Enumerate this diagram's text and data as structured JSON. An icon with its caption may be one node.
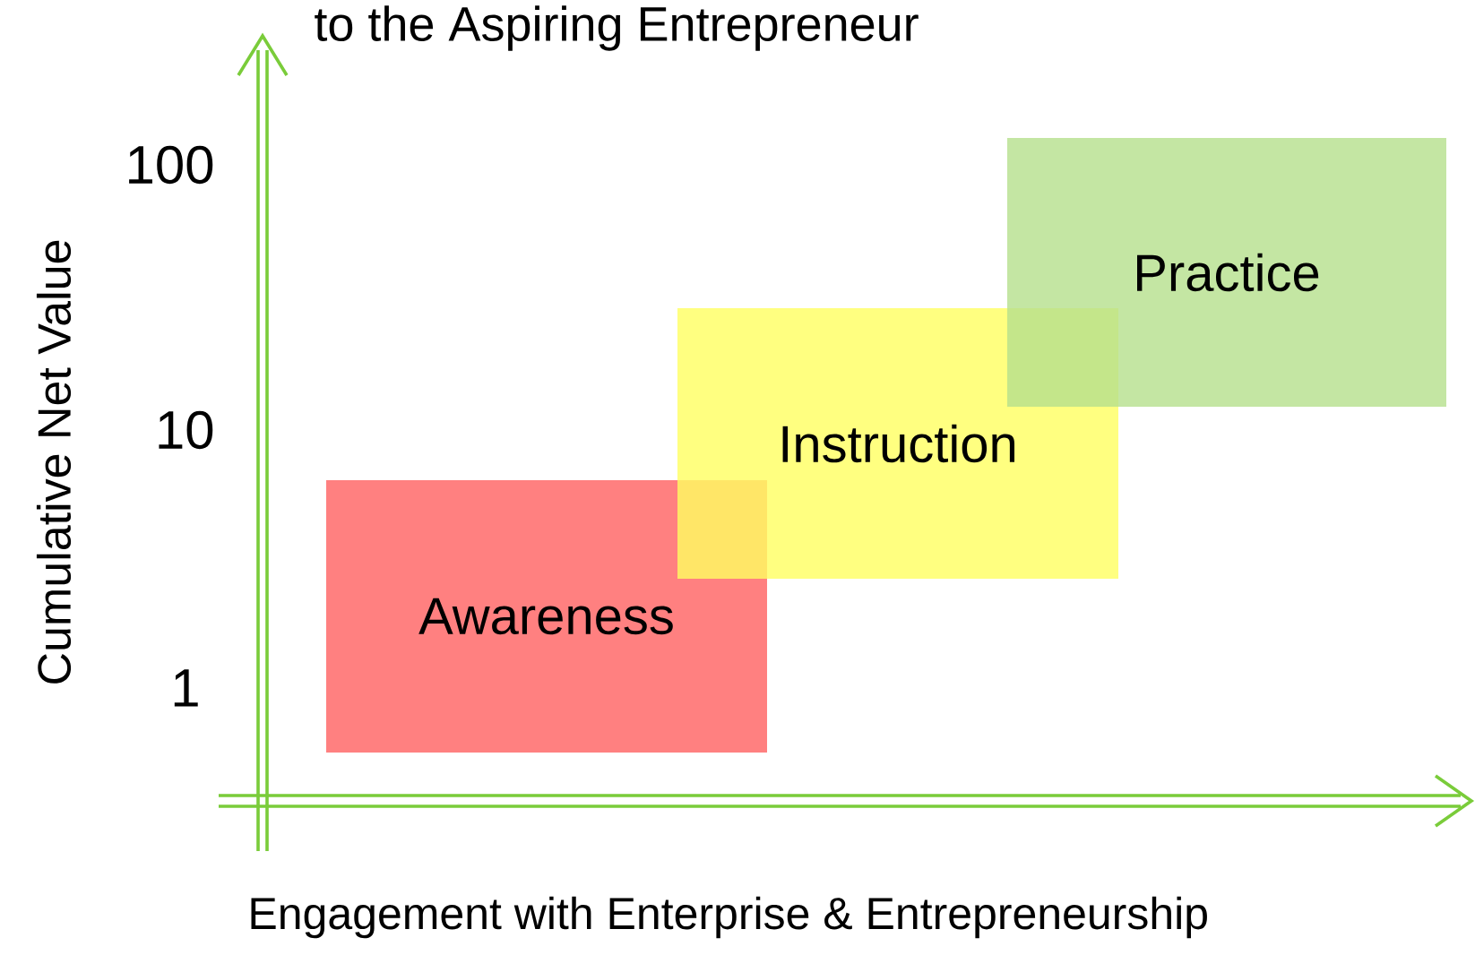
{
  "diagram": {
    "title": "to the Aspiring Entrepreneur",
    "nodes": [
      {
        "text": [
          "Awareness"
        ]
      },
      {
        "text": [
          "Instruction"
        ]
      },
      {
        "text": [
          "Practice"
        ]
      }
    ],
    "labels": [
      "100",
      "10",
      "1",
      "Cumulative Net Value",
      "Engagement with Enterprise & Entrepreneurship"
    ]
  }
}
